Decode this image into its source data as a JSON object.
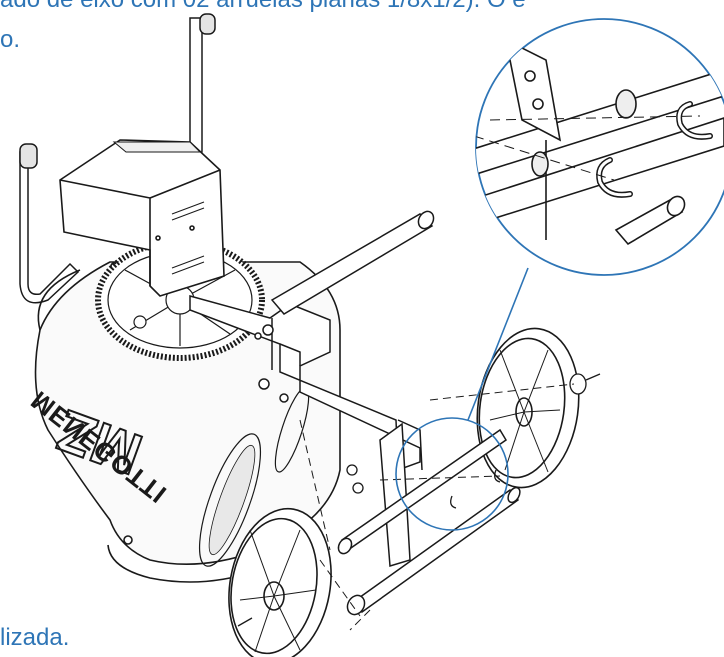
{
  "text": {
    "top_line_1": "ado de eixo com 02 arruelas planas 1/8x1/2). O e",
    "top_line_2": "o.",
    "bottom_line": "lizada."
  },
  "drawing": {
    "brand_main": "MENEGOTTI",
    "brand_logo": "MZ"
  },
  "colors": {
    "text": "#2e75b6",
    "detail_circle": "#2e75b6",
    "line": "#1a1a1a"
  }
}
